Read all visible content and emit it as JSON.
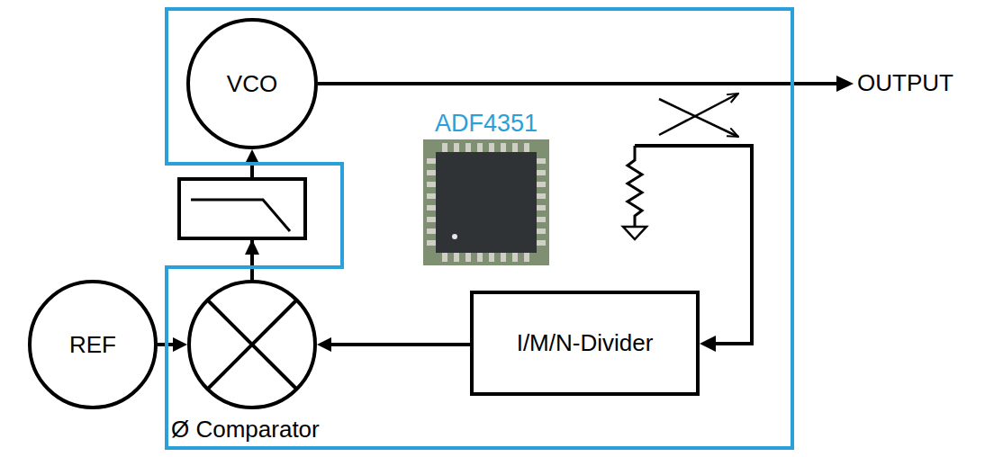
{
  "diagram": {
    "nodes": [
      {
        "text": [
          "ADF4351"
        ]
      },
      {
        "text": [
          "VCO"
        ],
        "in": 0
      },
      {
        "text": [
          "REF"
        ]
      },
      {
        "text": [
          "Ø Comparator"
        ],
        "in": 0
      },
      {
        "text": [
          "I/M/N-Divider"
        ],
        "in": 0
      }
    ],
    "edges": [
      {
        "from": 2,
        "to": 3,
        "arrow": "to"
      },
      {
        "from": 4,
        "to": 3,
        "arrow": "to"
      },
      {
        "from": 3,
        "to": 1,
        "arrow": "to"
      }
    ],
    "labels": [
      "OUTPUT"
    ]
  }
}
